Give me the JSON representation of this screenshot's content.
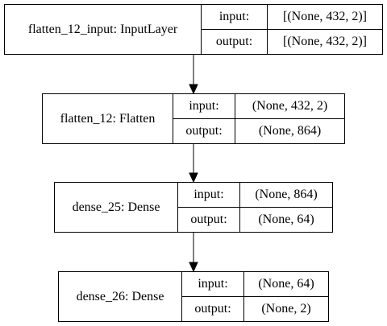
{
  "io_labels": {
    "input": "input:",
    "output": "output:"
  },
  "nodes": [
    {
      "name": "flatten_12_input: InputLayer",
      "input": "[(None, 432, 2)]",
      "output": "[(None, 432, 2)]"
    },
    {
      "name": "flatten_12: Flatten",
      "input": "(None, 432, 2)",
      "output": "(None, 864)"
    },
    {
      "name": "dense_25: Dense",
      "input": "(None, 864)",
      "output": "(None, 64)"
    },
    {
      "name": "dense_26: Dense",
      "input": "(None, 64)",
      "output": "(None, 2)"
    }
  ]
}
